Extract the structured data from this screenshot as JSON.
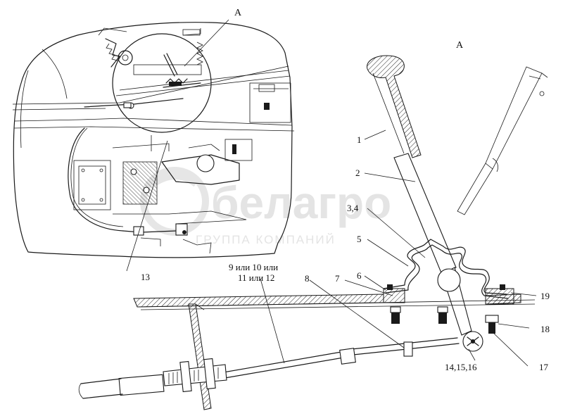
{
  "view_labels": {
    "top": "A",
    "detail": "A"
  },
  "watermark": {
    "brand": "белагро",
    "tagline": "ГРУППА КОМПАНИЙ"
  },
  "callouts": {
    "c1": "1",
    "c2": "2",
    "c34": "3,4",
    "c5": "5",
    "c6": "6",
    "c7": "7",
    "c8": "8",
    "c9_line1": "9 или 10 или",
    "c9_line2": "11 или 12",
    "c13": "13",
    "c141516": "14,15,16",
    "c17": "17",
    "c18": "18",
    "c19": "19"
  }
}
